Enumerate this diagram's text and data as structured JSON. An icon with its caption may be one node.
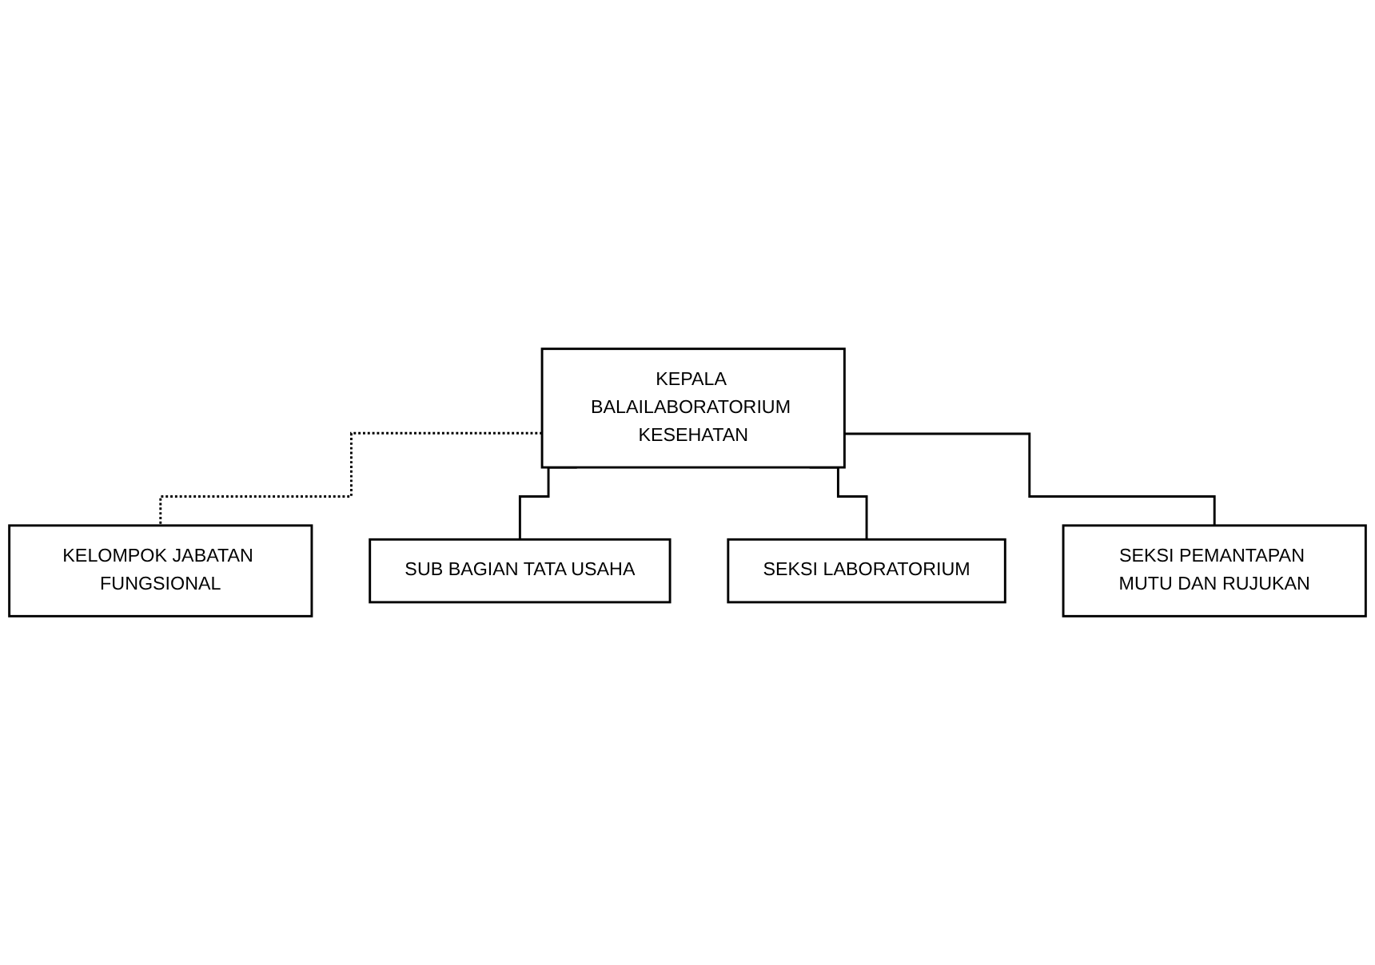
{
  "diagram": {
    "nodes": [
      {
        "text": [
          "KEPALA BALAILABORATORIUM KESEHATAN"
        ]
      },
      {
        "text": [
          "KELOMPOK JABATAN FUNGSIONAL"
        ]
      },
      {
        "text": [
          "SUB BAGIAN TATA USAHA"
        ]
      },
      {
        "text": [
          "SEKSI LABORATORIUM"
        ]
      },
      {
        "text": [
          "SEKSI PEMANTAPAN MUTU DAN RUJUKAN"
        ]
      }
    ],
    "edges": [
      {
        "from": 0,
        "to": 1,
        "arrow": "none",
        "style": "dashed"
      },
      {
        "from": 0,
        "to": 2,
        "arrow": "none"
      },
      {
        "from": 0,
        "to": 3,
        "arrow": "none"
      },
      {
        "from": 0,
        "to": 4,
        "arrow": "none"
      }
    ]
  }
}
